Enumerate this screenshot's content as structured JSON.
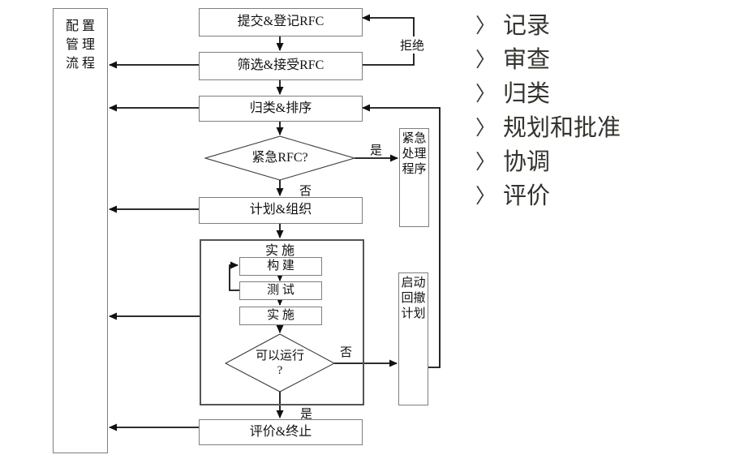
{
  "flow": {
    "config_mgmt": "配 置\n管 理\n流 程",
    "submit": "提交&登记RFC",
    "screen": "筛选&接受RFC",
    "classify": "归类&排序",
    "urgent_q": "紧急RFC?",
    "plan": "计划&组织",
    "impl_title": "实 施",
    "build": "构 建",
    "test": "测 试",
    "deploy": "实 施",
    "run_q": "可以运行\n?",
    "evaluate": "评价&终止",
    "emergency": "紧急\n处理\n程序",
    "rollback": "启动\n回撤\n计划",
    "labels": {
      "reject": "拒绝",
      "urgent_yes": "是",
      "urgent_no": "否",
      "run_no": "否",
      "run_yes": "是"
    }
  },
  "menu": {
    "bullet": "〉",
    "items": [
      {
        "label": "记录"
      },
      {
        "label": "审查"
      },
      {
        "label": "归类"
      },
      {
        "label": "规划和批准"
      },
      {
        "label": "协调"
      },
      {
        "label": "评价"
      }
    ]
  },
  "colors": {
    "background": "#ffffff",
    "line": "#111111",
    "box_border": "#7e7e7e",
    "big_box_border": "#555555",
    "text": "#111111",
    "menu_text": "#34342e"
  }
}
